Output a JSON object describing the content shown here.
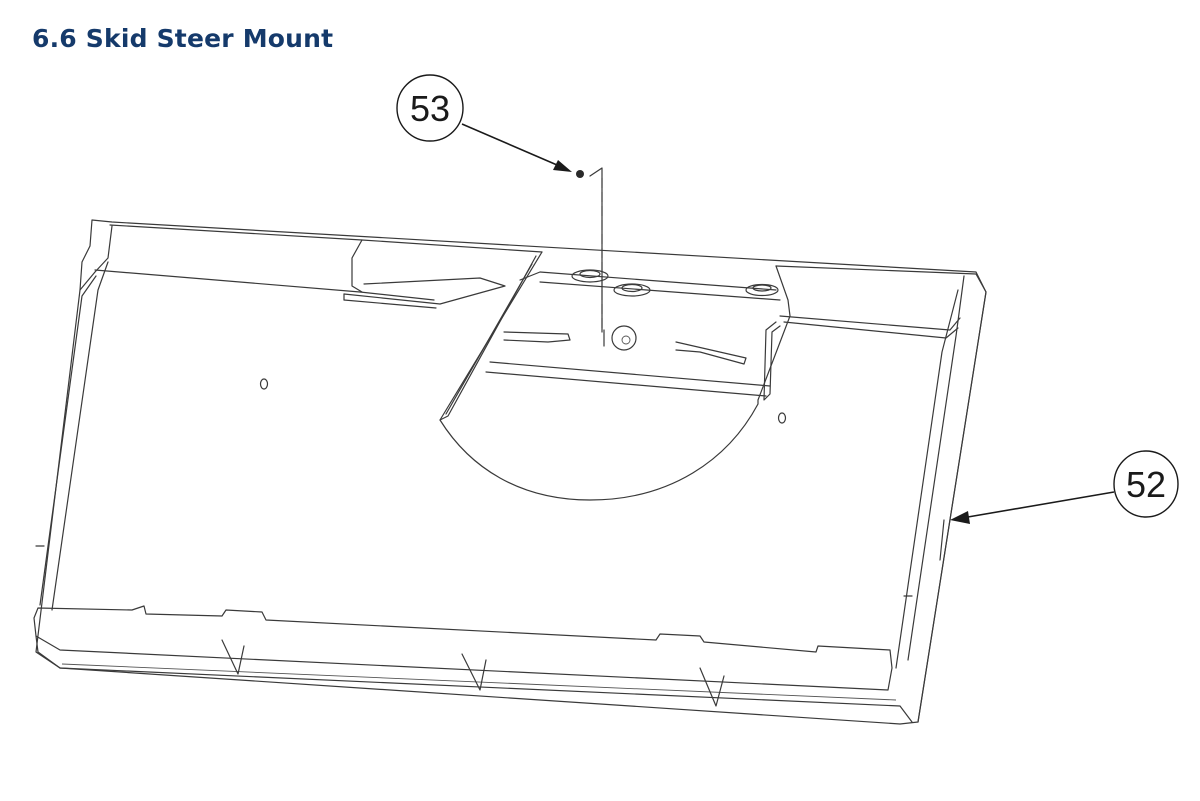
{
  "section": {
    "title": "6.6 Skid Steer Mount",
    "title_color": "#153a6b"
  },
  "callouts": [
    {
      "label": "53",
      "part": "fastener"
    },
    {
      "label": "52",
      "part": "skid-steer-mount-plate"
    }
  ],
  "colors": {
    "line": "#3a3a3a",
    "background": "#ffffff"
  }
}
